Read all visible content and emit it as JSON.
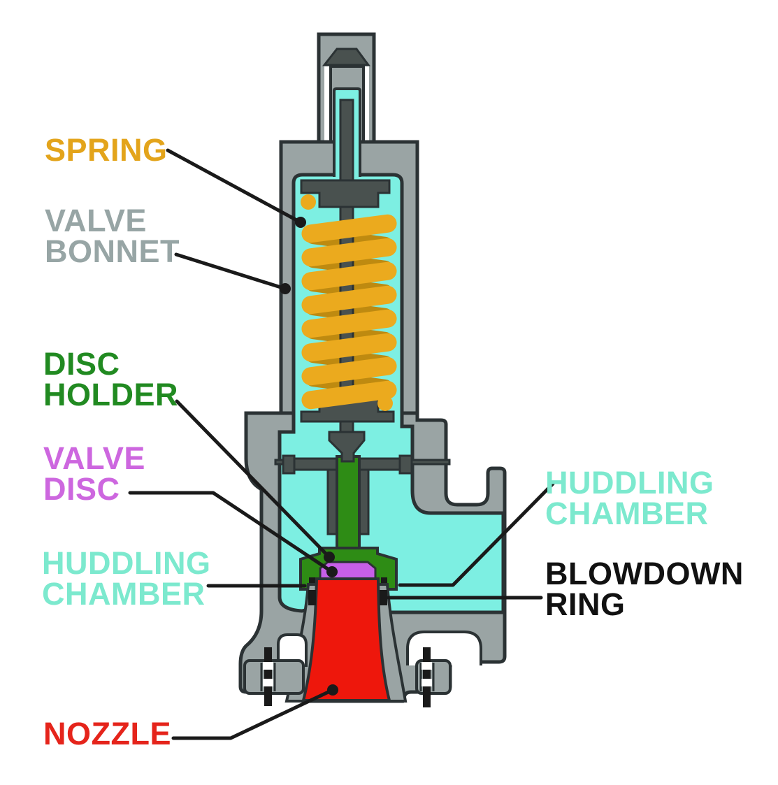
{
  "diagram_type": "pressure-relief-valve-cross-section",
  "labels": {
    "spring": {
      "line1": "SPRING"
    },
    "valve_bonnet": {
      "line1": "VALVE",
      "line2": "BONNET"
    },
    "disc_holder": {
      "line1": "DISC",
      "line2": "HOLDER"
    },
    "valve_disc": {
      "line1": "VALVE",
      "line2": "DISC"
    },
    "huddling_left": {
      "line1": "HUDDLING",
      "line2": "CHAMBER"
    },
    "huddling_right": {
      "line1": "HUDDLING",
      "line2": "CHAMBER"
    },
    "blowdown_ring": {
      "line1": "BLOWDOWN",
      "line2": "RING"
    },
    "nozzle": {
      "line1": "NOZZLE"
    }
  },
  "colors": {
    "background": "#FFFFFF",
    "outline": "#2B3234",
    "body_gray": "#9AA4A4",
    "component_dark": "#49514F",
    "interior_cyan": "#7DEFE2",
    "spring_front": "#EBAA1E",
    "spring_back": "#BE8A10",
    "disc_holder_green": "#2E8C15",
    "valve_disc_purple": "#C75FE8",
    "nozzle_red": "#EE170C",
    "label_spring": "#E3A41B",
    "label_gray": "#97A5A5",
    "label_green": "#218A21",
    "label_purple": "#CD67DF",
    "label_aqua": "#7CE9CE",
    "label_black": "#111111",
    "label_red": "#E5241B",
    "leader": "#1A1A1A"
  }
}
